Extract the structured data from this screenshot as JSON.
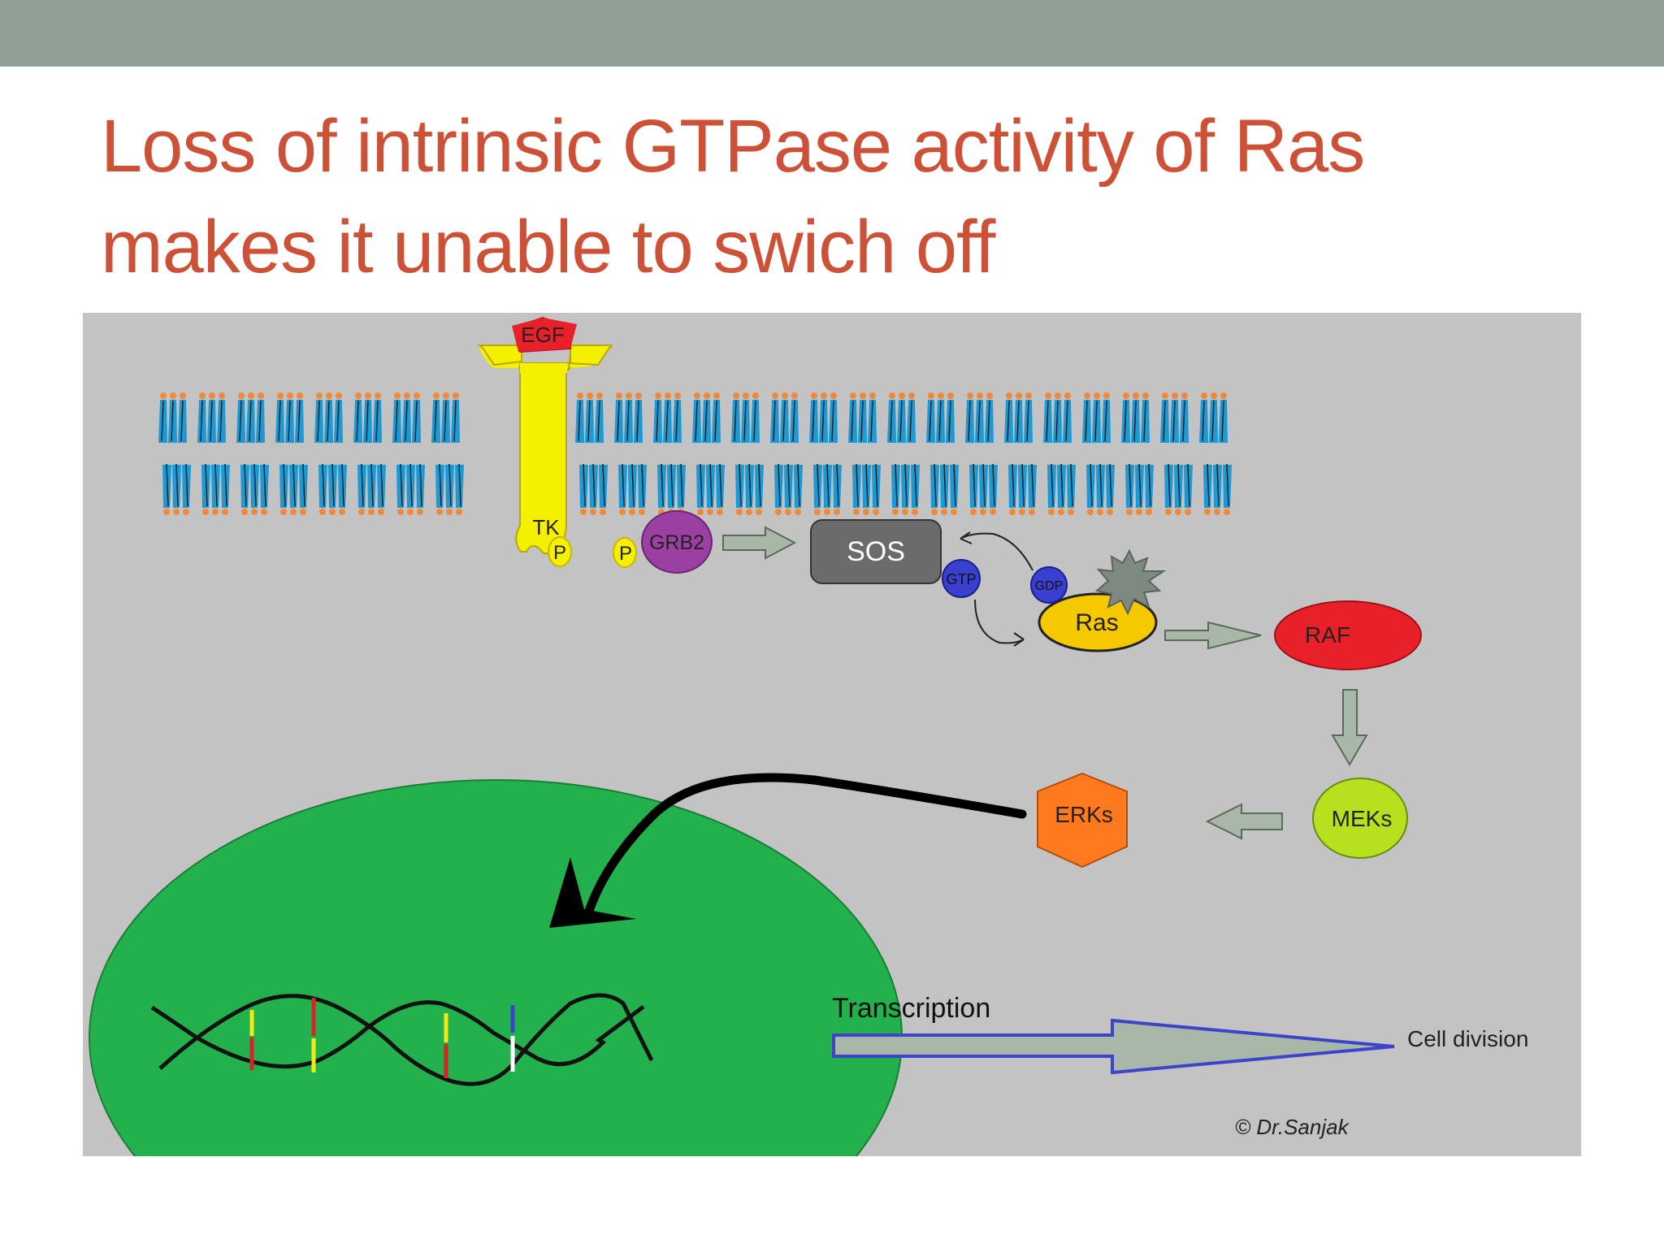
{
  "slide": {
    "title_line1": "Loss of intrinsic GTPase activity of Ras",
    "title_line2": "makes it unable to swich off"
  },
  "diagram": {
    "labels": {
      "egf": "EGF",
      "tk": "TK",
      "phospho_left": "P",
      "phospho_right": "P",
      "grb2": "GRB2",
      "sos": "SOS",
      "gtp": "GTP",
      "gdp": "GDP",
      "ras": "Ras",
      "raf": "RAF",
      "meks": "MEKs",
      "erks": "ERKs",
      "transcription": "Transcription",
      "cell_division": "Cell division",
      "credit": "© Dr.Sanjak"
    },
    "colors": {
      "title": "#cc5137",
      "top_bar": "#929f96",
      "panel_background": "#c3c3c3",
      "egf": "#e8202a",
      "receptor": "#f5ef00",
      "grb2": "#9b3fa3",
      "sos": "#6b6b6b",
      "gtp_gdp": "#3a3fcf",
      "ras": "#f5c800",
      "raf": "#e8202a",
      "meks": "#b7e01e",
      "erks": "#ff7a1e",
      "nucleus": "#22b14c",
      "arrow_fill": "#a9b7a9",
      "membrane_tail": "#1b9ad6",
      "membrane_head": "#f08a3a"
    }
  }
}
